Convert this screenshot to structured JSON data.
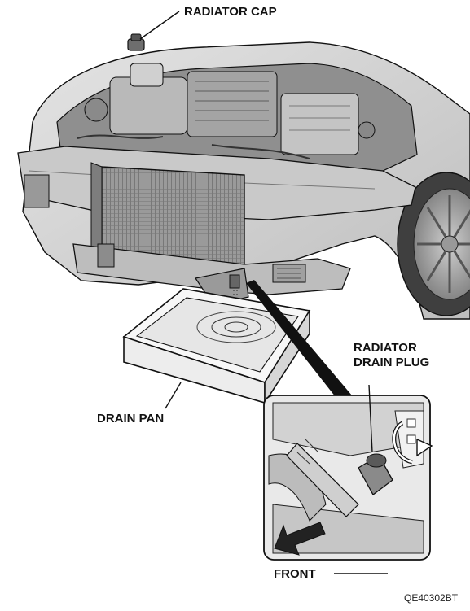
{
  "labels": {
    "radiator_cap": "RADIATOR CAP",
    "radiator_drain_plug_line1": "RADIATOR",
    "radiator_drain_plug_line2": "DRAIN PLUG",
    "drain_pan": "DRAIN PAN",
    "front": "FRONT"
  },
  "figure_code": "QE40302BT",
  "colors": {
    "line": "#111111",
    "body_light": "#d9d9d9",
    "body_mid": "#a9a9a9",
    "body_dark": "#6e6e6e",
    "radiator_core": "#8c8c8c",
    "pan_fill": "#f4f4f4",
    "highlight_fill": "#e2e2e2"
  },
  "icons": [
    "rotate-arrow-icon",
    "front-arrow-icon"
  ]
}
